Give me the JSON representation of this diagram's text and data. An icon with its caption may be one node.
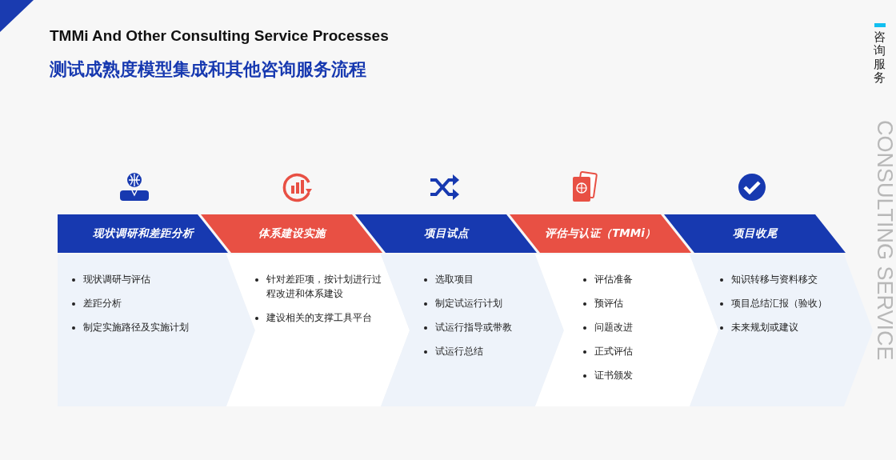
{
  "diagram": {
    "title": "TMMi And Other Consulting Service Processes",
    "nodes": [
      {
        "text": [
          "现状调研和差距分析"
        ]
      },
      {
        "text": [
          "体系建设实施"
        ]
      },
      {
        "text": [
          "项目试点"
        ]
      },
      {
        "text": [
          "评估与认证（TMMi）"
        ]
      },
      {
        "text": [
          "项目收尾"
        ]
      },
      {
        "text": [
          "现状调研与评估",
          "差距分析",
          "制定实施路径及实施计划"
        ]
      },
      {
        "text": [
          "针对差距项，按计划进行过程改进和体系建设",
          "建设相关的支撑工具平台"
        ]
      },
      {
        "text": [
          "选取项目",
          "制定试运行计划",
          "试运行指导或带教",
          "试运行总结"
        ]
      },
      {
        "text": [
          "评估准备",
          "预评估",
          "问题改进",
          "正式评估",
          "证书颁发"
        ]
      },
      {
        "text": [
          "知识转移与资料移交",
          "项目总结汇报（验收）",
          "未来规划或建议"
        ]
      }
    ],
    "labels": [
      "测试成熟度模型集成和其他咨询服务流程",
      "咨询服务",
      "CONSULTING SERVICE"
    ]
  }
}
